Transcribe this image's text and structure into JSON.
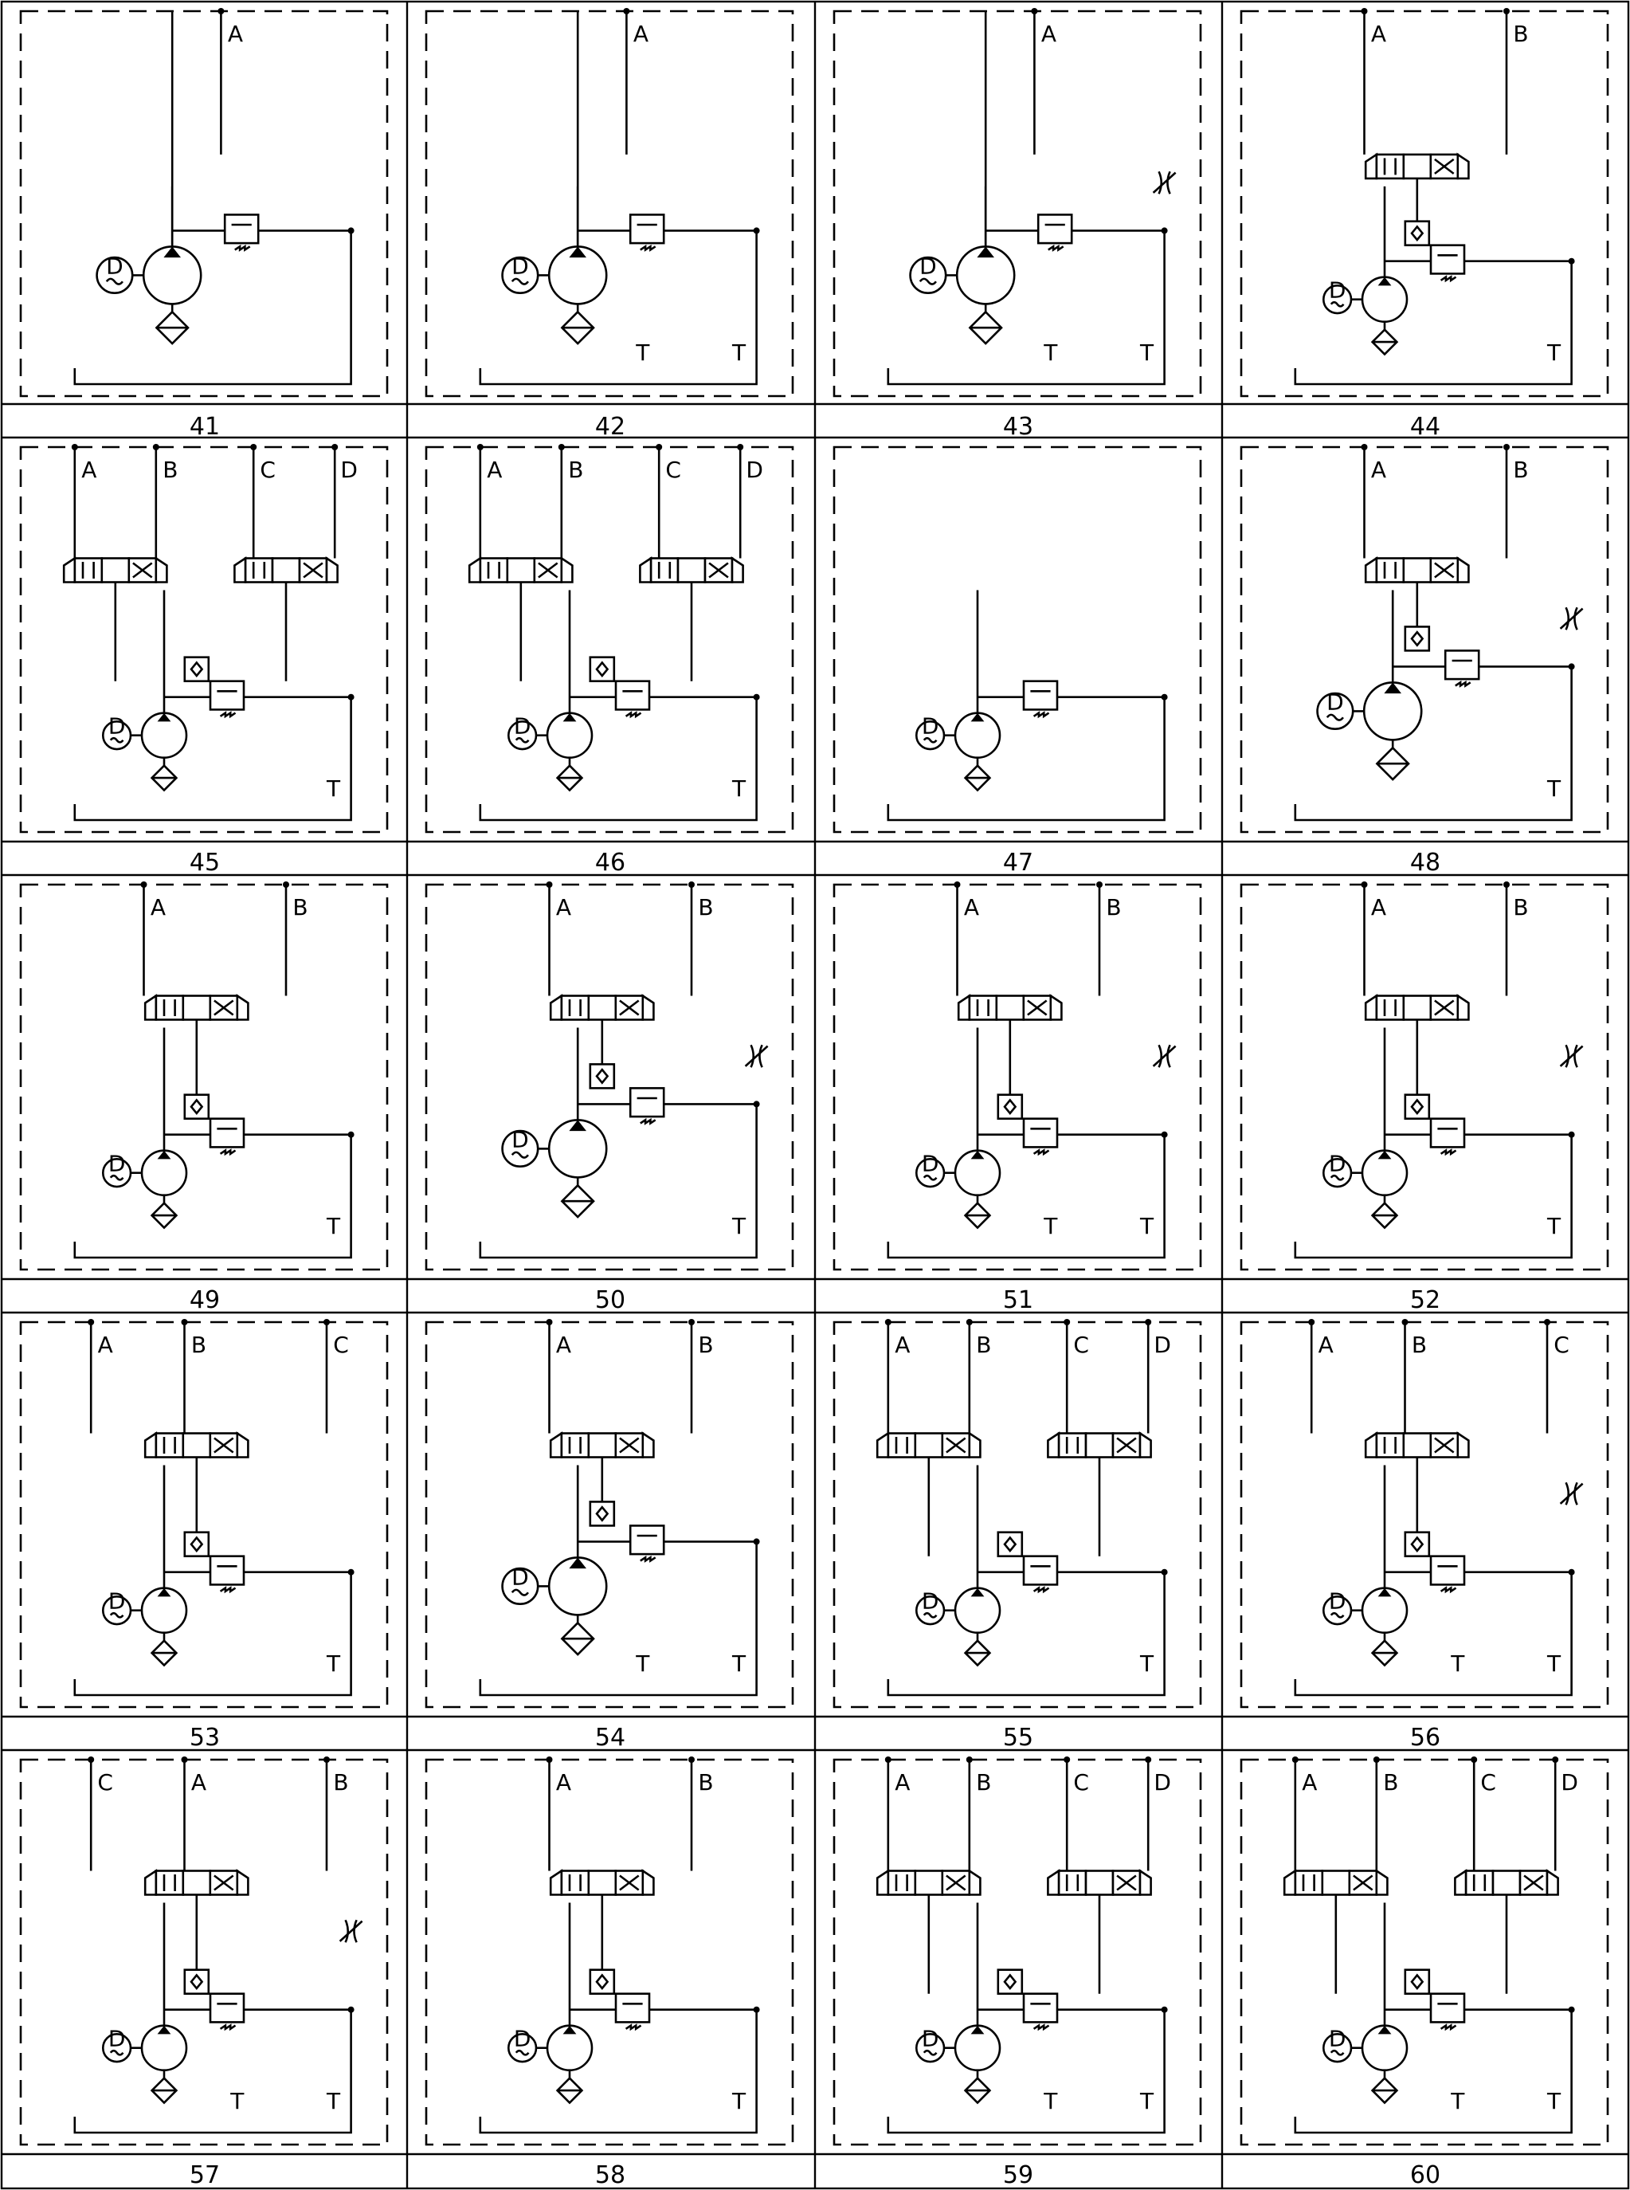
{
  "diagrams": [
    {
      "number": "41",
      "ports": [
        "A"
      ]
    },
    {
      "number": "42",
      "ports": [
        "A",
        "T",
        "T"
      ]
    },
    {
      "number": "43",
      "ports": [
        "T",
        "A",
        "T"
      ]
    },
    {
      "number": "44",
      "ports": [
        "A",
        "B",
        "T"
      ]
    },
    {
      "number": "45",
      "ports": [
        "A",
        "B",
        "C",
        "D",
        "T"
      ]
    },
    {
      "number": "46",
      "ports": [
        "A",
        "B",
        "C",
        "D",
        "T"
      ]
    },
    {
      "number": "47",
      "ports": []
    },
    {
      "number": "48",
      "ports": [
        "A",
        "B",
        "T"
      ]
    },
    {
      "number": "49",
      "ports": [
        "A",
        "B",
        "T"
      ]
    },
    {
      "number": "50",
      "ports": [
        "A",
        "B",
        "T"
      ]
    },
    {
      "number": "51",
      "ports": [
        "A",
        "B",
        "T",
        "T"
      ]
    },
    {
      "number": "52",
      "ports": [
        "A",
        "B",
        "T"
      ]
    },
    {
      "number": "53",
      "ports": [
        "A",
        "B",
        "C",
        "T"
      ]
    },
    {
      "number": "54",
      "ports": [
        "A",
        "B",
        "T",
        "T"
      ]
    },
    {
      "number": "55",
      "ports": [
        "A",
        "B",
        "C",
        "D",
        "T"
      ]
    },
    {
      "number": "56",
      "ports": [
        "A",
        "B",
        "C",
        "T",
        "T"
      ]
    },
    {
      "number": "57",
      "ports": [
        "C",
        "A",
        "B",
        "T",
        "T"
      ]
    },
    {
      "number": "58",
      "ports": [
        "A",
        "B",
        "T"
      ]
    },
    {
      "number": "59",
      "ports": [
        "A",
        "B",
        "C",
        "D",
        "T",
        "T"
      ]
    },
    {
      "number": "60",
      "ports": [
        "A",
        "B",
        "C",
        "D",
        "T",
        "T"
      ]
    }
  ],
  "motor_symbol": "D",
  "colors": {
    "line": "#000000",
    "background": "#ffffff"
  }
}
